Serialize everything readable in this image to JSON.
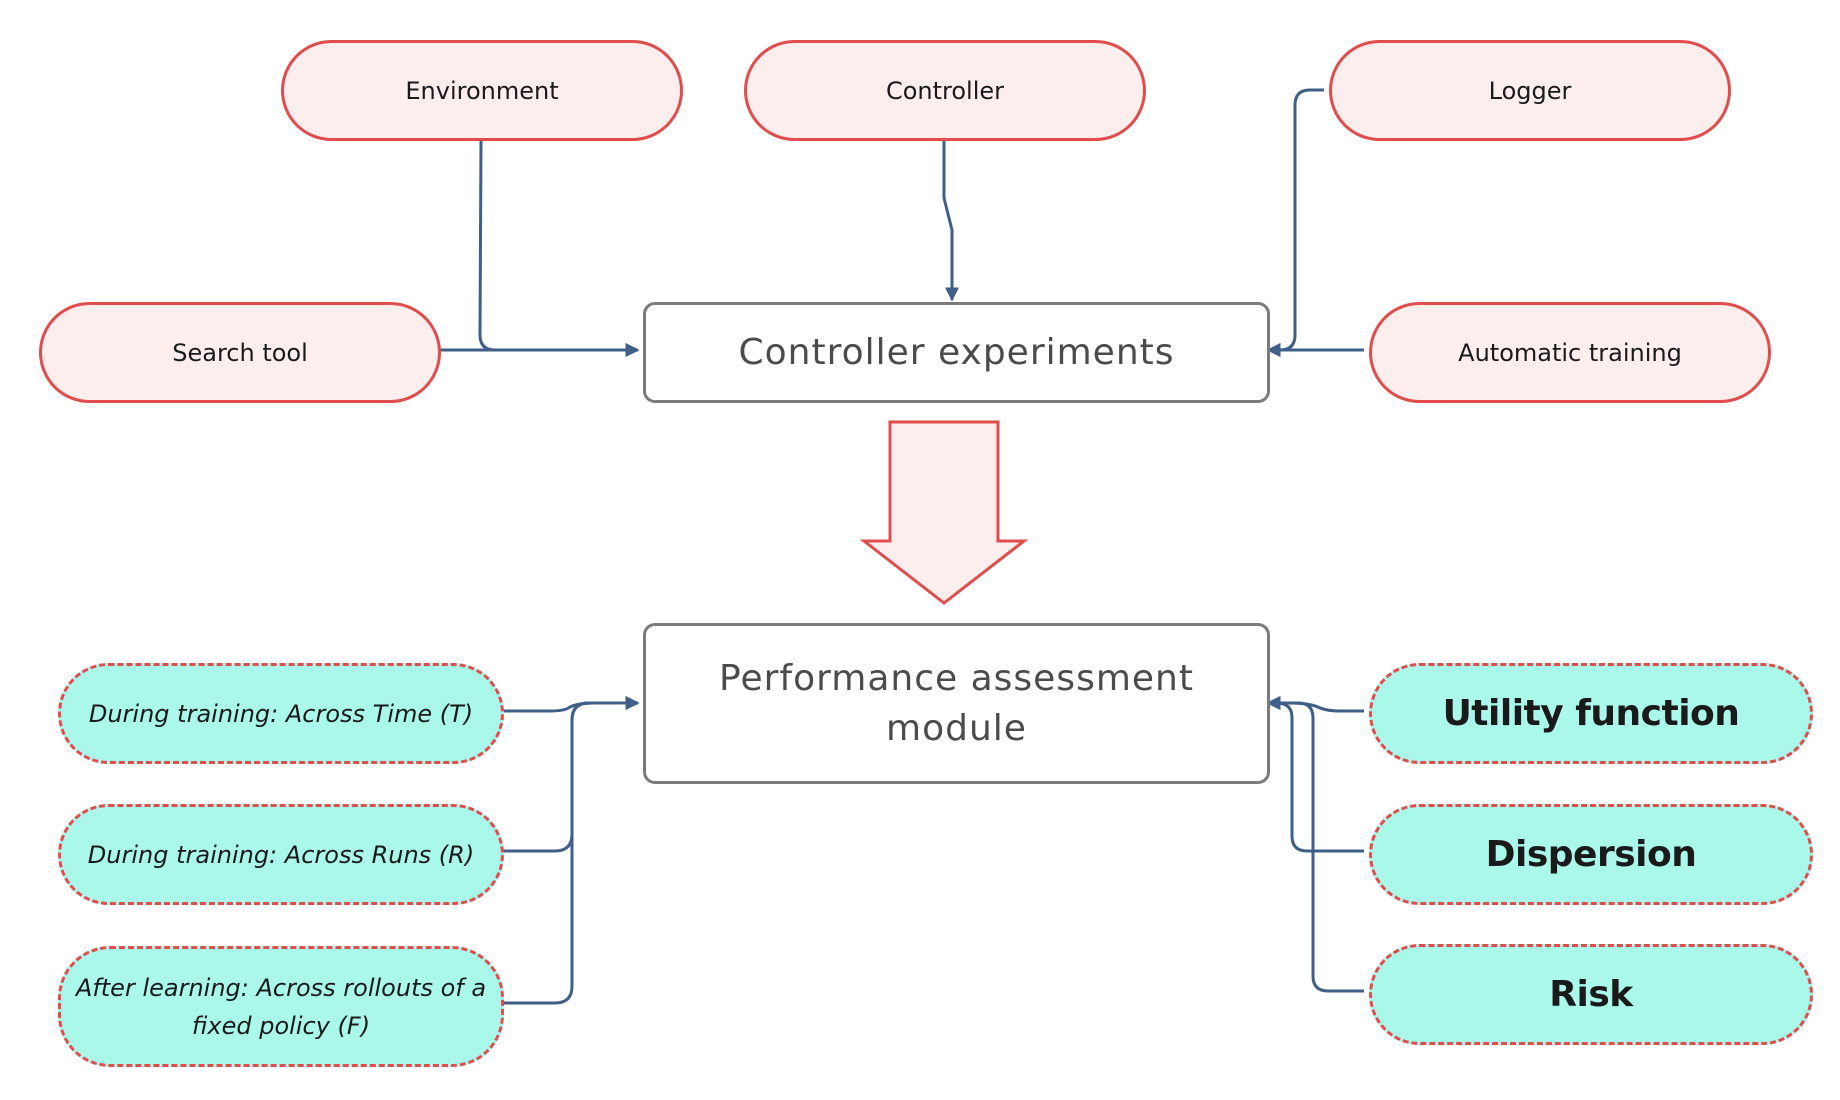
{
  "top_inputs": {
    "environment": "Environment",
    "controller": "Controller",
    "logger": "Logger",
    "search_tool": "Search tool",
    "automatic_training": "Automatic training"
  },
  "center": {
    "controller_experiments": "Controller experiments",
    "performance_assessment": "Performance assessment module"
  },
  "left_modes": [
    "During training: Across Time (T)",
    "During training: Across Runs (R)",
    "After learning: Across rollouts of a fixed policy (F)"
  ],
  "right_metrics": [
    "Utility function",
    "Dispersion",
    "Risk"
  ],
  "colors": {
    "connector": "#3f5f88",
    "pill_border": "#e14c4c",
    "pill_fill_red": "#fdeeee",
    "pill_fill_teal": "#aaf8ea",
    "box_border": "#7b7b7b"
  }
}
